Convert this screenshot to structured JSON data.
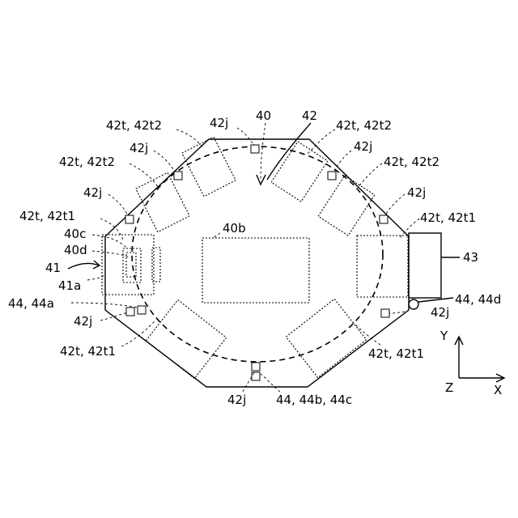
{
  "labels": {
    "l40": "40",
    "l42": "42",
    "l40b": "40b",
    "l40c": "40c",
    "l40d": "40d",
    "l41": "41",
    "l41a": "41a",
    "l43": "43",
    "l42t_42t2_a": "42t, 42t2",
    "l42t_42t2_b": "42t, 42t2",
    "l42t_42t2_c": "42t, 42t2",
    "l42t_42t2_d": "42t, 42t2",
    "l42t_42t1_a": "42t, 42t1",
    "l42t_42t1_b": "42t, 42t1",
    "l42t_42t1_c": "42t, 42t1",
    "l42t_42t1_d": "42t, 42t1",
    "l42j_a": "42j",
    "l42j_b": "42j",
    "l42j_c": "42j",
    "l42j_d": "42j",
    "l42j_e": "42j",
    "l42j_f": "42j",
    "l42j_g": "42j",
    "l42j_h": "42j",
    "l44_44a": "44, 44a",
    "l44_44d": "44, 44d",
    "l44_44b_44c": "44, 44b, 44c"
  },
  "axes": {
    "y": "Y",
    "z": "Z",
    "x": "X"
  }
}
